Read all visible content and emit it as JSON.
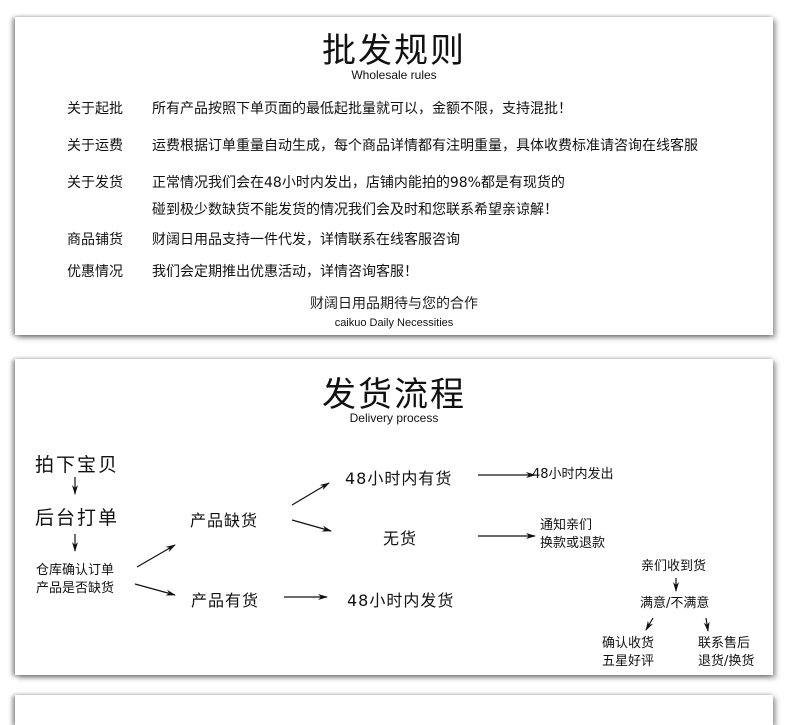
{
  "wholesale_rules": {
    "title_cn": "批发规则",
    "title_en": "Wholesale rules",
    "rules": [
      {
        "label": "关于起批",
        "lines": [
          "所有产品按照下单页面的最低起批量就可以，金额不限，支持混批！"
        ]
      },
      {
        "label": "关于运费",
        "lines": [
          "运费根据订单重量自动生成，每个商品详情都有注明重量，具体收费标准请咨询在线客服"
        ]
      },
      {
        "label": "关于发货",
        "lines": [
          "正常情况我们会在48小时内发出，店铺内能拍的98%都是有现货的",
          "碰到极少数缺货不能发货的情况我们会及时和您联系希望亲谅解！"
        ]
      },
      {
        "label": "商品铺货",
        "lines": [
          "财阔日用品支持一件代发，详情联系在线客服咨询"
        ]
      },
      {
        "label": "优惠情况",
        "lines": [
          "我们会定期推出优惠活动，详情咨询客服！"
        ]
      }
    ],
    "closing_cn": "财阔日用品期待与您的合作",
    "closing_en": "caikuo Daily Necessities"
  },
  "delivery_process": {
    "title_cn": "发货流程",
    "title_en": "Delivery process",
    "nodes": {
      "place_order": "拍下宝贝",
      "backend_print": "后台打单",
      "warehouse_confirm_1": "仓库确认订单",
      "warehouse_confirm_2": "产品是否缺货",
      "out_of_stock": "产品缺货",
      "in_stock": "产品有货",
      "restock_48h": "48小时内有货",
      "no_stock": "无货",
      "ship_48h_out": "48小时内发出",
      "notify_1": "通知亲们",
      "notify_2": "换款或退款",
      "ship_48h": "48小时内发货",
      "received": "亲们收到货",
      "satisfied": "满意/不满意",
      "confirm_1": "确认收货",
      "confirm_2": "五星好评",
      "after_sales_1": "联系售后",
      "after_sales_2": "退货/换货"
    }
  }
}
